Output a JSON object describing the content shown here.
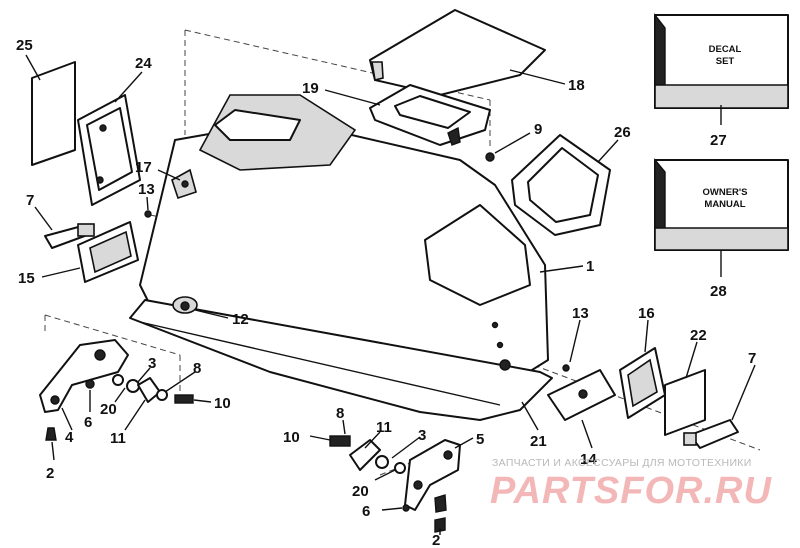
{
  "callouts": [
    {
      "label": "25"
    },
    {
      "label": "24"
    },
    {
      "label": "7"
    },
    {
      "label": "13"
    },
    {
      "label": "17"
    },
    {
      "label": "15"
    },
    {
      "label": "19"
    },
    {
      "label": "18"
    },
    {
      "label": "9"
    },
    {
      "label": "26"
    },
    {
      "label": "1"
    },
    {
      "label": "12"
    },
    {
      "label": "27"
    },
    {
      "label": "28"
    },
    {
      "label": "13"
    },
    {
      "label": "16"
    },
    {
      "label": "22"
    },
    {
      "label": "7"
    },
    {
      "label": "3"
    },
    {
      "label": "8"
    },
    {
      "label": "10"
    },
    {
      "label": "20"
    },
    {
      "label": "6"
    },
    {
      "label": "11"
    },
    {
      "label": "4"
    },
    {
      "label": "2"
    },
    {
      "label": "8"
    },
    {
      "label": "11"
    },
    {
      "label": "10"
    },
    {
      "label": "3"
    },
    {
      "label": "5"
    },
    {
      "label": "21"
    },
    {
      "label": "14"
    },
    {
      "label": "20"
    },
    {
      "label": "6"
    },
    {
      "label": "2"
    }
  ],
  "boxes": {
    "decal_set": {
      "line1": "DECAL",
      "line2": "SET"
    },
    "owners_manual": {
      "line1": "OWNER'S",
      "line2": "MANUAL"
    }
  },
  "watermark": {
    "caption": "ЗАПЧАСТИ И АКСЕССУАРЫ ДЛЯ МОТОТЕХНИКИ",
    "brand": "PARTSFOR.RU",
    "color": "#f3b7b7"
  }
}
